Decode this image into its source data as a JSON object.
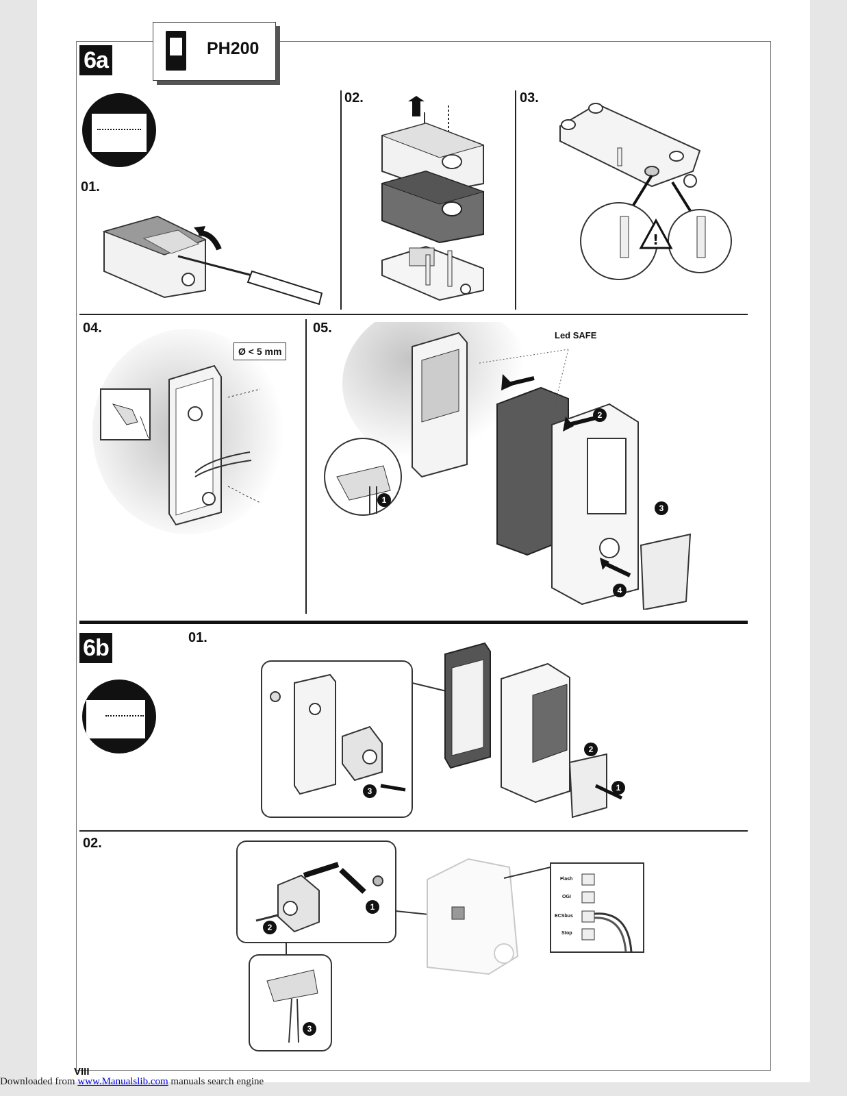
{
  "section_a": {
    "label": "6a",
    "model": "PH200"
  },
  "section_b": {
    "label": "6b"
  },
  "steps_a": [
    "01.",
    "02.",
    "03.",
    "04.",
    "05."
  ],
  "steps_b": [
    "01.",
    "02."
  ],
  "callouts": {
    "drill": "Ø < 5 mm",
    "led": "Led SAFE"
  },
  "terminals": [
    "Flash",
    "OGI",
    "ECSbus",
    "Stop"
  ],
  "markers": [
    "1",
    "2",
    "3",
    "4"
  ],
  "page_number": "VIII",
  "footer": {
    "prefix": "Downloaded from ",
    "link": "www.Manualslib.com",
    "suffix": " manuals search engine"
  },
  "colors": {
    "ink": "#111111",
    "paper": "#ffffff",
    "background": "#e6e6e6",
    "link": "#0000ee"
  }
}
